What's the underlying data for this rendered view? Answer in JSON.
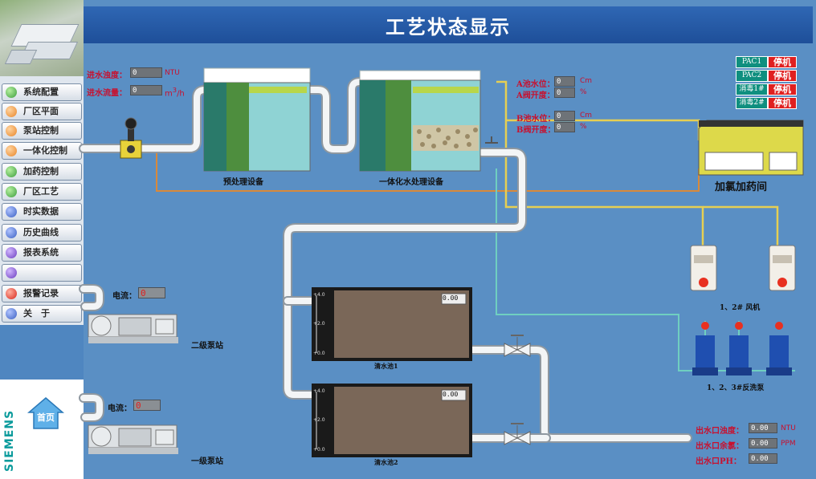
{
  "header": {
    "title": "工艺状态显示"
  },
  "sidebar": {
    "items": [
      {
        "label": "系统配置",
        "color": "#3c9d3c"
      },
      {
        "label": "厂区平面",
        "color": "#e8862a"
      },
      {
        "label": "泵站控制",
        "color": "#e8862a"
      },
      {
        "label": "一体化控制",
        "color": "#e8862a"
      },
      {
        "label": "加药控制",
        "color": "#3c9d3c"
      },
      {
        "label": "厂区工艺",
        "color": "#3c9d3c"
      },
      {
        "label": "时实数据",
        "color": "#3a5fc2"
      },
      {
        "label": "历史曲线",
        "color": "#3a5fc2"
      },
      {
        "label": "报表系统",
        "color": "#6a3cbf"
      },
      {
        "label": "",
        "color": "#6a3cbf"
      },
      {
        "label": "报警记录",
        "color": "#d8261c"
      },
      {
        "label": "关　于",
        "color": "#3a5fc2"
      }
    ],
    "brand": "SIEMENS",
    "home_label": "首页"
  },
  "inlet": {
    "turbidity_label": "进水浊度：",
    "turbidity_value": "0",
    "turbidity_unit": "NTU",
    "flow_label": "进水流量：",
    "flow_value": "0",
    "flow_unit_main": "m",
    "flow_unit_sup": "3",
    "flow_unit_tail": "/h"
  },
  "filters": {
    "a_level_label": "A池水位：",
    "a_level_value": "0",
    "a_level_unit": "Cm",
    "a_valve_label": "A阀开度：",
    "a_valve_value": "0",
    "a_valve_unit": "%",
    "b_level_label": "B池水位：",
    "b_level_value": "0",
    "b_level_unit": "Cm",
    "b_valve_label": "B阀开度：",
    "b_valve_value": "0",
    "b_valve_unit": "%"
  },
  "equipment": {
    "pretreatment": "预处理设备",
    "integrated": "一体化水处理设备",
    "chlorination_room": "加氯加药间",
    "blowers": "1、2# 风机",
    "backwash_pumps": "1、2、3#反洗泵",
    "pump_station_2": "二级泵站",
    "pump_station_1": "一级泵站",
    "tank_1": "清水池1",
    "tank_2": "清水池2"
  },
  "pumps": {
    "p2_current_label": "电流：",
    "p2_current_value": "0",
    "p1_current_label": "电流：",
    "p1_current_value": "0"
  },
  "tanks": {
    "tank1_value": "0.00",
    "tank2_value": "0.00",
    "scale": [
      "+4.0",
      "+2.0",
      "+0.0"
    ]
  },
  "status_table": [
    {
      "name": "PAC1",
      "state": "停机"
    },
    {
      "name": "PAC2",
      "state": "停机"
    },
    {
      "name": "消毒1#",
      "state": "停机"
    },
    {
      "name": "消毒2#",
      "state": "停机"
    }
  ],
  "outlet": {
    "turbidity_label": "出水口浊度：",
    "turbidity_value": "0.00",
    "turbidity_unit": "NTU",
    "chlorine_label": "出水口余氯：",
    "chlorine_value": "0.00",
    "chlorine_unit": "PPM",
    "ph_label": "出水口PH：",
    "ph_value": "0.00"
  }
}
